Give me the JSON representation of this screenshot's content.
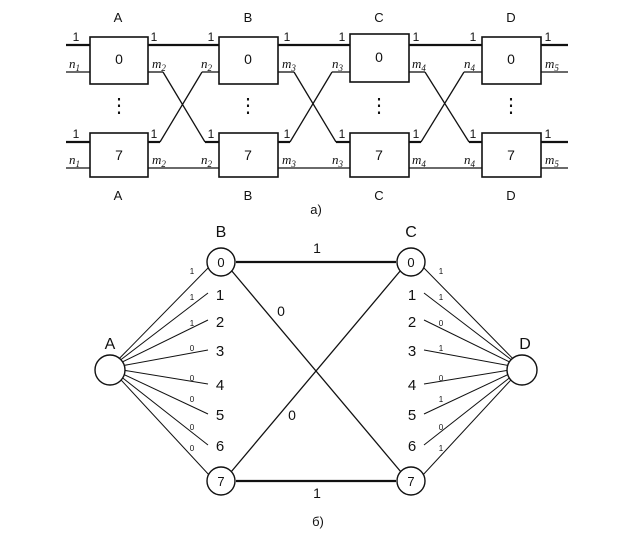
{
  "part_a": {
    "caption": "а)",
    "stage_labels": [
      "A",
      "B",
      "C",
      "D"
    ],
    "box_top": "0",
    "box_bottom": "7",
    "dots": "⋮",
    "line_value": "1",
    "left_inputs": [
      "n",
      "n"
    ],
    "left_input_sub": "1",
    "pair_labels": [
      {
        "m": "m",
        "m_sub": "2",
        "n": "n",
        "n_sub": "2"
      },
      {
        "m": "m",
        "m_sub": "3",
        "n": "n",
        "n_sub": "3"
      },
      {
        "m": "m",
        "m_sub": "4",
        "n": "n",
        "n_sub": "4"
      }
    ],
    "right_output": "m",
    "right_output_sub": "5"
  },
  "part_b": {
    "caption": "б)",
    "node_A": "A",
    "node_B": "B",
    "node_C": "C",
    "node_D": "D",
    "B_top": "0",
    "B_bottom": "7",
    "C_top": "0",
    "C_bottom": "7",
    "top_edge_label": "1",
    "bottom_edge_label": "1",
    "cross_label_upper": "0",
    "cross_label_lower": "0",
    "left_fan": [
      {
        "num": "1",
        "weight": "1"
      },
      {
        "num": "2",
        "weight": "1"
      },
      {
        "num": "3",
        "weight": "0"
      },
      {
        "num": "4",
        "weight": "0"
      },
      {
        "num": "5",
        "weight": "0"
      },
      {
        "num": "6",
        "weight": "0"
      }
    ],
    "left_top_weight": "1",
    "left_bottom_weight": "0",
    "right_fan": [
      {
        "num": "1",
        "weight": "1"
      },
      {
        "num": "2",
        "weight": "0"
      },
      {
        "num": "3",
        "weight": "1"
      },
      {
        "num": "4",
        "weight": "0"
      },
      {
        "num": "5",
        "weight": "1"
      },
      {
        "num": "6",
        "weight": "0"
      }
    ],
    "right_top_weight": "1",
    "right_bottom_weight": "1"
  }
}
